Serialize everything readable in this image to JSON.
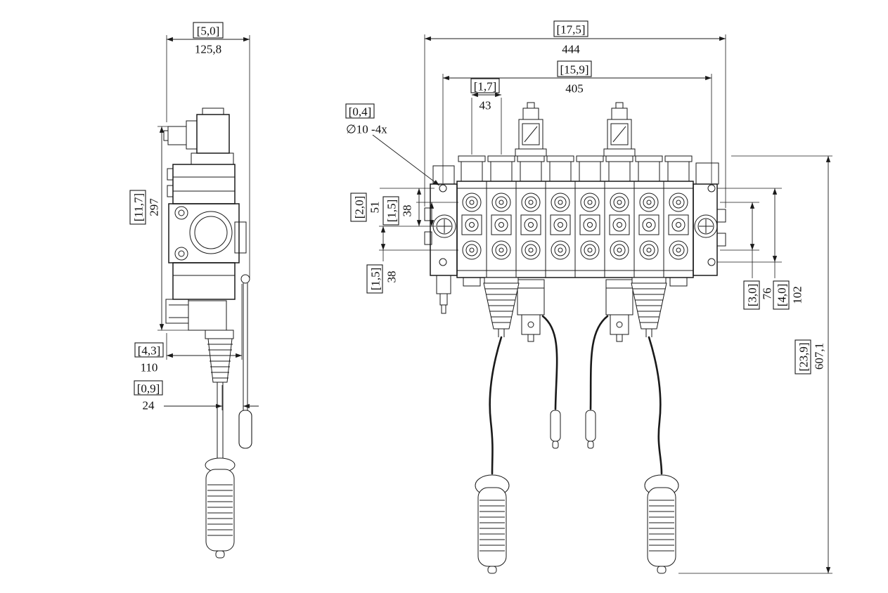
{
  "drawing": {
    "kind": "hydraulic-valve-bank-dimension-drawing",
    "views": {
      "left": "side-view",
      "right": "front-view"
    }
  },
  "dims": {
    "side_width": {
      "inch": "[5,0]",
      "mm": "125,8"
    },
    "side_height": {
      "inch": "[11,7]",
      "mm": "297"
    },
    "side_depth": {
      "inch": "[4,3]",
      "mm": "110"
    },
    "side_offset": {
      "inch": "[0,9]",
      "mm": "24"
    },
    "overall_width": {
      "inch": "[17,5]",
      "mm": "444"
    },
    "inner_width": {
      "inch": "[15,9]",
      "mm": "405"
    },
    "section_pitch": {
      "inch": "[1,7]",
      "mm": "43"
    },
    "hole_note": {
      "inch": "[0,4]",
      "text": "∅10 -4x"
    },
    "center_to_hole": {
      "inch": "[2,0]",
      "mm": "51"
    },
    "center_to_top": {
      "inch": "[1,5]",
      "mm": "38"
    },
    "center_to_bottom": {
      "inch": "[1,5]",
      "mm": "38"
    },
    "port_span": {
      "inch": "[3,0]",
      "mm": "76"
    },
    "hole_span": {
      "inch": "[4,0]",
      "mm": "102"
    },
    "overall_height": {
      "inch": "[23,9]",
      "mm": "607,1"
    }
  }
}
